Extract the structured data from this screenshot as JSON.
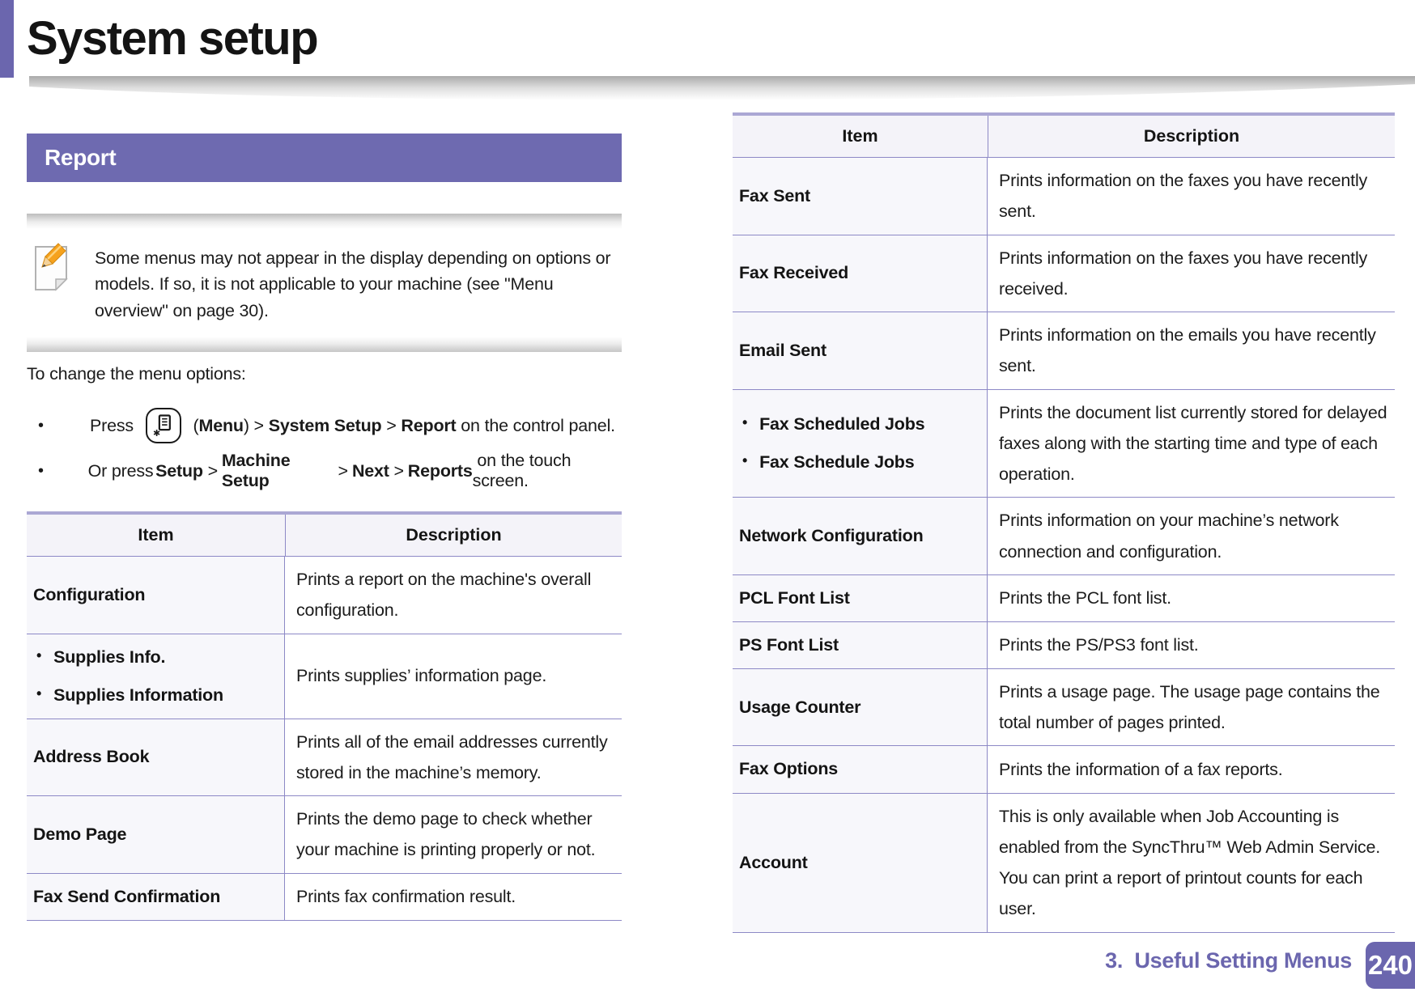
{
  "page": {
    "title": "System setup",
    "footer_chapter": "3.  Useful Setting Menus",
    "page_number": "240"
  },
  "section": {
    "title": "Report"
  },
  "note": {
    "icon": "note-pencil-icon",
    "text": "Some menus may not appear in the display depending on options or models. If so, it is not applicable to your machine (see \"Menu overview\" on page 30)."
  },
  "intro": "To change the menu options:",
  "bullets": [
    {
      "segments": [
        {
          "text": "Press "
        },
        {
          "icon": "menu-icon"
        },
        {
          "text": " ("
        },
        {
          "text": "Menu",
          "bold": true
        },
        {
          "text": ") > "
        },
        {
          "text": "System Setup",
          "bold": true
        },
        {
          "text": " > "
        },
        {
          "text": "Report",
          "bold": true
        },
        {
          "text": " on the control panel."
        }
      ]
    },
    {
      "segments": [
        {
          "text": "Or press "
        },
        {
          "text": "Setup",
          "bold": true
        },
        {
          "text": " > "
        },
        {
          "text": "Machine Setup",
          "bold": true
        },
        {
          "text": "> "
        },
        {
          "text": "Next",
          "bold": true
        },
        {
          "text": " > "
        },
        {
          "text": "Reports",
          "bold": true
        },
        {
          "text": " on the touch screen."
        }
      ]
    }
  ],
  "left_table": {
    "headers": [
      "Item",
      "Description"
    ],
    "rows": [
      {
        "item": [
          "Configuration"
        ],
        "bulleted": false,
        "description": "Prints a report on the machine's overall configuration."
      },
      {
        "item": [
          "Supplies Info.",
          "Supplies Information"
        ],
        "bulleted": true,
        "description": "Prints supplies’ information page."
      },
      {
        "item": [
          "Address Book"
        ],
        "bulleted": false,
        "description": "Prints all of the email addresses currently stored in the machine’s memory."
      },
      {
        "item": [
          "Demo Page"
        ],
        "bulleted": false,
        "description": "Prints the demo page to check whether your machine is printing properly or not."
      },
      {
        "item": [
          "Fax Send Confirmation"
        ],
        "bulleted": false,
        "description": "Prints fax confirmation result."
      }
    ]
  },
  "right_table": {
    "headers": [
      "Item",
      "Description"
    ],
    "rows": [
      {
        "item": [
          "Fax Sent"
        ],
        "bulleted": false,
        "description": "Prints information on the faxes you have recently sent."
      },
      {
        "item": [
          "Fax Received"
        ],
        "bulleted": false,
        "description": "Prints information on the faxes you have recently received."
      },
      {
        "item": [
          "Email Sent"
        ],
        "bulleted": false,
        "description": "Prints information on the emails you have recently sent."
      },
      {
        "item": [
          "Fax Scheduled Jobs",
          "Fax Schedule Jobs"
        ],
        "bulleted": true,
        "description": "Prints the document list currently stored for delayed faxes along with the starting time and type of each operation."
      },
      {
        "item": [
          "Network Configuration"
        ],
        "bulleted": false,
        "description": "Prints information on your machine’s network connection and configuration."
      },
      {
        "item": [
          "PCL Font List"
        ],
        "bulleted": false,
        "description": "Prints the PCL font list."
      },
      {
        "item": [
          "PS Font List"
        ],
        "bulleted": false,
        "description": "Prints the PS/PS3 font list."
      },
      {
        "item": [
          "Usage Counter"
        ],
        "bulleted": false,
        "description": "Prints a usage page. The usage page contains the total number of pages printed."
      },
      {
        "item": [
          "Fax Options"
        ],
        "bulleted": false,
        "description": "Prints the information of a fax reports."
      },
      {
        "item": [
          "Account"
        ],
        "bulleted": false,
        "description": "This is only available when Job Accounting is enabled from the SyncThru™ Web Admin Service. You can print a report of printout counts for each user."
      }
    ]
  },
  "colors": {
    "accent_purple": "#6b66ae",
    "section_bar_purple": "#6e6ab0",
    "table_top_border": "#aba7d4",
    "table_rule": "#8d89c6",
    "item_column_bg": "#f7f7fb",
    "header_row_bg": "#f4f3f9"
  }
}
